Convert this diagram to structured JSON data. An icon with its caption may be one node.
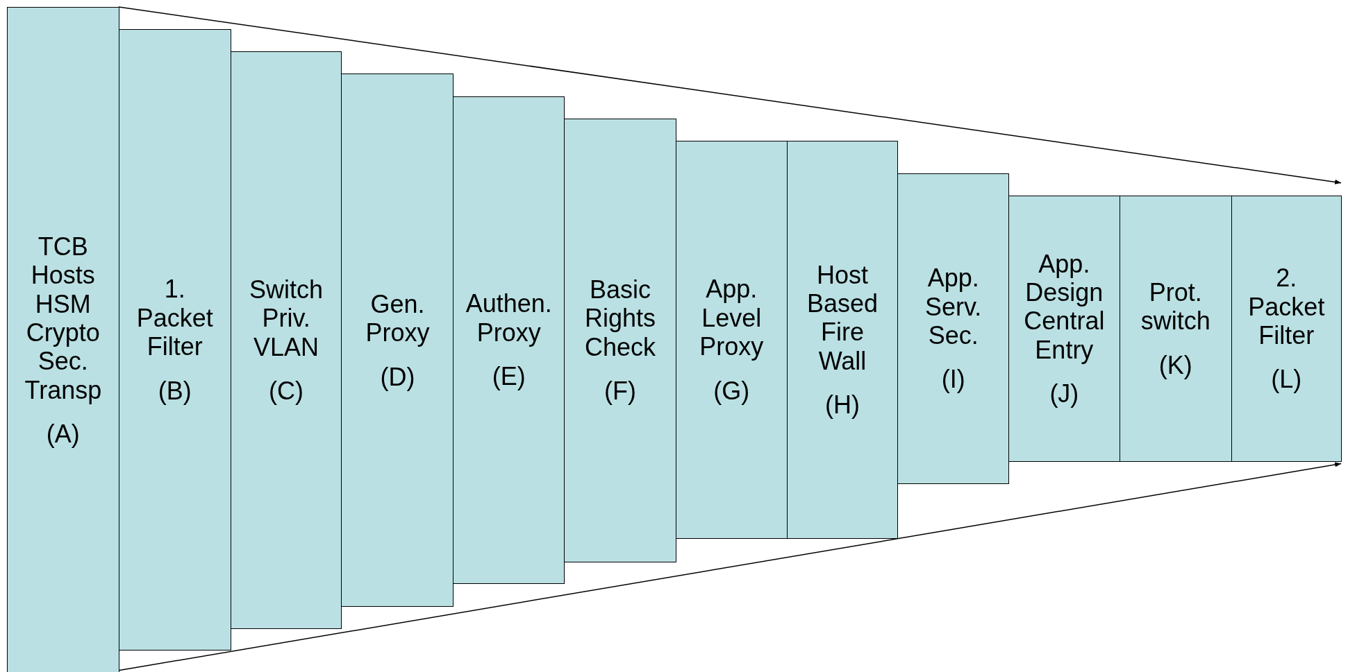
{
  "diagram": {
    "nodes": [
      {
        "text": [
          "TCB Hosts HSM Crypto Sec. Transp",
          "(A)"
        ]
      },
      {
        "text": [
          "1. Packet Filter",
          "(B)"
        ]
      },
      {
        "text": [
          "Switch Priv. VLAN",
          "(C)"
        ]
      },
      {
        "text": [
          "Gen. Proxy",
          "(D)"
        ]
      },
      {
        "text": [
          "Authen. Proxy",
          "(E)"
        ]
      },
      {
        "text": [
          "Basic Rights Check",
          "(F)"
        ]
      },
      {
        "text": [
          "App. Level Proxy",
          "(G)"
        ]
      },
      {
        "text": [
          "Host Based Fire Wall",
          "(H)"
        ]
      },
      {
        "text": [
          "App. Serv. Sec.",
          "(I)"
        ]
      },
      {
        "text": [
          "App. Design Central Entry",
          "(J)"
        ]
      },
      {
        "text": [
          "Prot. switch",
          "(K)"
        ]
      },
      {
        "text": [
          "2. Packet Filter",
          "(L)"
        ]
      }
    ],
    "edges": [
      {
        "from": 0,
        "to": 11,
        "arrow": "to"
      },
      {
        "from": 0,
        "to": 11,
        "arrow": "to"
      }
    ]
  }
}
